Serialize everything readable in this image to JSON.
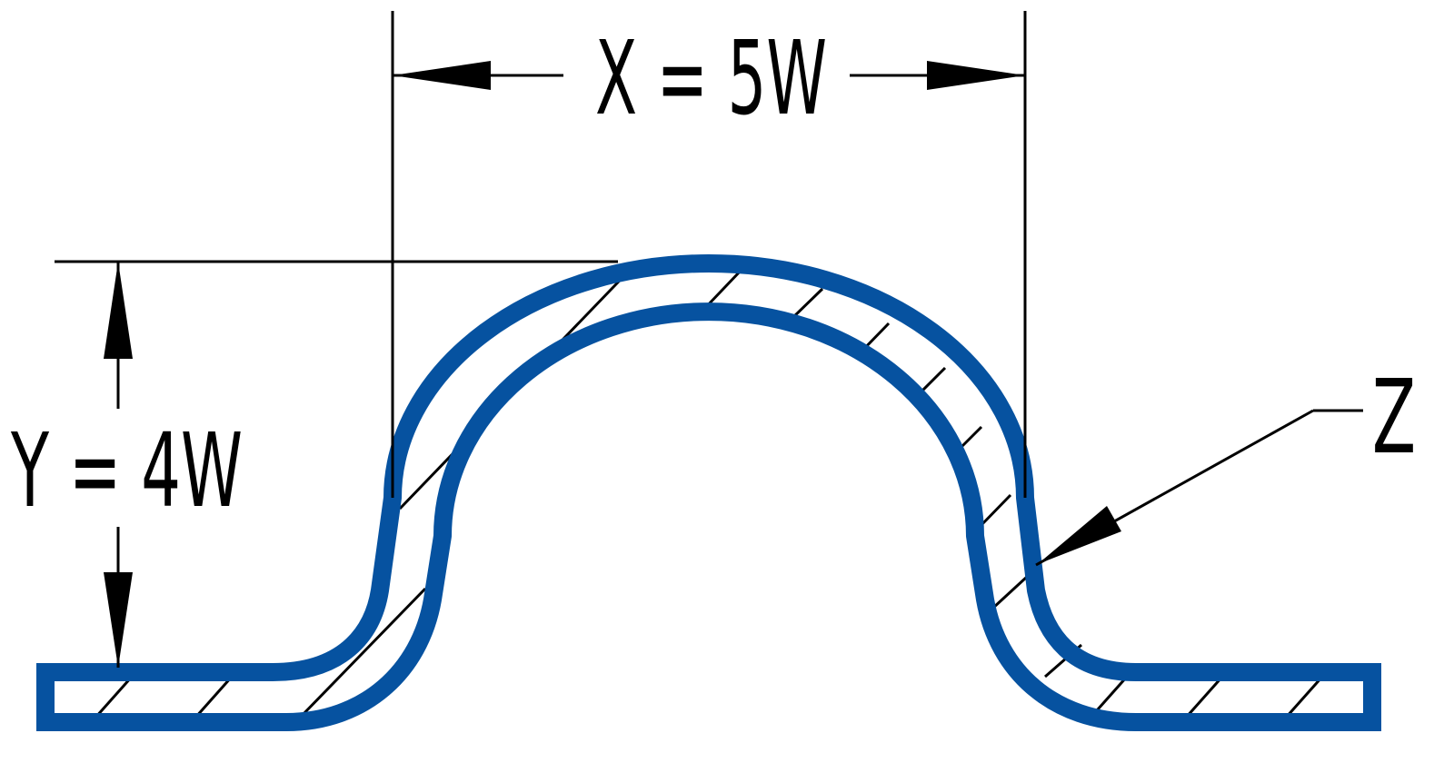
{
  "labels": {
    "x_dimension": "X = 5W",
    "y_dimension": "Y = 4W",
    "z_callout": "Z"
  },
  "colors": {
    "part_outline": "#0652a0",
    "dimension_lines": "#000000"
  }
}
